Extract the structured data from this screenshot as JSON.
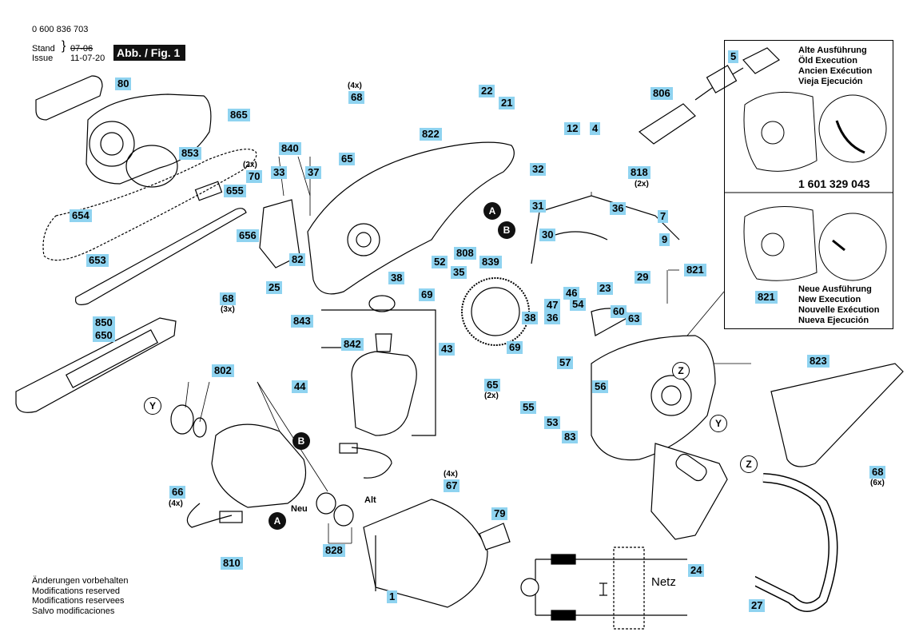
{
  "header": {
    "doc_number": "0 600 836 703",
    "stand_label": "Stand",
    "issue_label": "Issue",
    "stand_old": "07-06",
    "issue_date": "11-07-20",
    "fig_label": "Abb. / Fig. 1"
  },
  "parts": {
    "p80": "80",
    "p865": "865",
    "p853": "853",
    "p654": "654",
    "p653": "653",
    "p655": "655",
    "p656": "656",
    "p70": "70",
    "p33": "33",
    "p37": "37",
    "p840": "840",
    "p82": "82",
    "p25": "25",
    "p68a": "68",
    "p68b": "68",
    "p68c": "68",
    "p65a": "65",
    "p65b": "65",
    "p822": "822",
    "p22": "22",
    "p21": "21",
    "p12": "12",
    "p4": "4",
    "p5": "5",
    "p806": "806",
    "p818": "818",
    "p32": "32",
    "p31": "31",
    "p808": "808",
    "p839": "839",
    "p52": "52",
    "p35": "35",
    "p38a": "38",
    "p38b": "38",
    "p69a": "69",
    "p69b": "69",
    "p843": "843",
    "p842": "842",
    "p43": "43",
    "p44": "44",
    "p850": "850",
    "p650": "650",
    "p802": "802",
    "p66": "66",
    "p810": "810",
    "p828": "828",
    "p67": "67",
    "p1": "1",
    "p79": "79",
    "p36a": "36",
    "p36b": "36",
    "p7": "7",
    "p9": "9",
    "p30": "30",
    "p821a": "821",
    "p821b": "821",
    "p23": "23",
    "p29": "29",
    "p46": "46",
    "p47": "47",
    "p54": "54",
    "p60": "60",
    "p63": "63",
    "p57": "57",
    "p56": "56",
    "p55": "55",
    "p53": "53",
    "p83": "83",
    "p823": "823",
    "p24": "24",
    "p27": "27"
  },
  "qty": {
    "q4x_68": "(4x)",
    "q2x_70": "(2x)",
    "q3x_68": "(3x)",
    "q2x_818": "(2x)",
    "q2x_65": "(2x)",
    "q4x_66": "(4x)",
    "q4x_67": "(4x)",
    "q6x_68": "(6x)"
  },
  "callouts": {
    "A": "A",
    "B": "B",
    "Y": "Y",
    "Z": "Z"
  },
  "labels": {
    "neu": "Neu",
    "alt": "Alt",
    "netz": "Netz"
  },
  "inset": {
    "old_title": [
      "Alte Ausführung",
      "Öld Execution",
      "Ancien Exécution",
      "Vieja Ejecución"
    ],
    "old_partno": "1 601 329 043",
    "new_title": [
      "Neue Ausführung",
      "New Execution",
      "Nouvelle Exécution",
      "Nueva Ejecución"
    ]
  },
  "footer": [
    "Änderungen vorbehalten",
    "Modifications reserved",
    "Modifications reservees",
    "Salvo modificaciones"
  ],
  "colors": {
    "tag_bg": "#8fd3f0",
    "ink": "#000000"
  }
}
